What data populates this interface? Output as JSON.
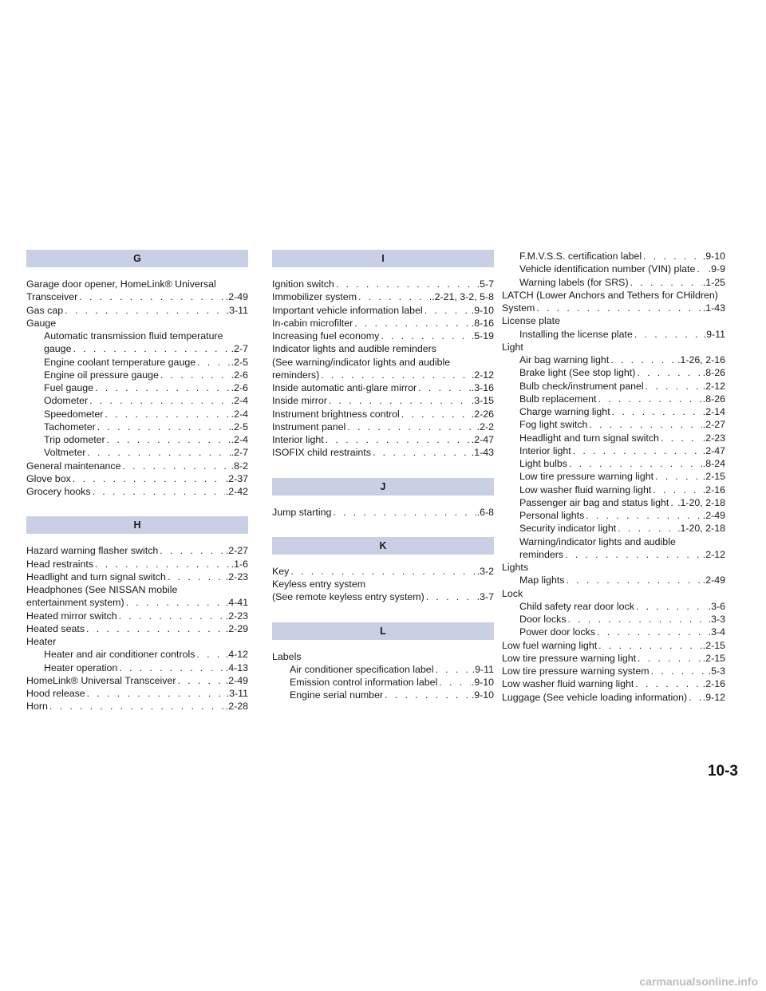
{
  "page_number": "10-3",
  "watermark": "carmanualsonline.info",
  "columns": [
    [
      {
        "h": "G"
      },
      {
        "l": "Garage door opener, HomeLink® Universal"
      },
      {
        "t": "Transceiver",
        "p": ".2-49"
      },
      {
        "t": "Gas cap",
        "p": ".3-11"
      },
      {
        "l": "Gauge"
      },
      {
        "l": "Automatic transmission fluid temperature",
        "i": 1
      },
      {
        "t": "gauge",
        "p": ".2-7",
        "i": 1
      },
      {
        "t": "Engine coolant temperature gauge",
        "p": ".2-5",
        "i": 1
      },
      {
        "t": "Engine oil pressure gauge",
        "p": ".2-6",
        "i": 1
      },
      {
        "t": "Fuel gauge",
        "p": ".2-6",
        "i": 1
      },
      {
        "t": "Odometer",
        "p": ".2-4",
        "i": 1
      },
      {
        "t": "Speedometer",
        "p": ".2-4",
        "i": 1
      },
      {
        "t": "Tachometer",
        "p": ".2-5",
        "i": 1
      },
      {
        "t": "Trip odometer",
        "p": ".2-4",
        "i": 1
      },
      {
        "t": "Voltmeter",
        "p": ".2-7",
        "i": 1
      },
      {
        "t": "General maintenance",
        "p": ".8-2"
      },
      {
        "t": "Glove box",
        "p": ".2-37"
      },
      {
        "t": "Grocery hooks",
        "p": ".2-42"
      },
      {
        "g": 1
      },
      {
        "h": "H"
      },
      {
        "t": "Hazard warning flasher switch",
        "p": ".2-27"
      },
      {
        "t": "Head restraints",
        "p": ".1-6"
      },
      {
        "t": "Headlight and turn signal switch",
        "p": ".2-23"
      },
      {
        "l": "Headphones (See NISSAN mobile"
      },
      {
        "t": "entertainment system)",
        "p": ".4-41"
      },
      {
        "t": "Heated mirror switch",
        "p": ".2-23"
      },
      {
        "t": "Heated seats",
        "p": ".2-29"
      },
      {
        "l": "Heater"
      },
      {
        "t": "Heater and air conditioner controls",
        "p": ".4-12",
        "i": 1
      },
      {
        "t": "Heater operation",
        "p": ".4-13",
        "i": 1
      },
      {
        "t": "HomeLink® Universal Transceiver",
        "p": ".2-49"
      },
      {
        "t": "Hood release",
        "p": ".3-11"
      },
      {
        "t": "Horn",
        "p": ".2-28"
      }
    ],
    [
      {
        "h": "I"
      },
      {
        "t": "Ignition switch",
        "p": ".5-7"
      },
      {
        "t": "Immobilizer system",
        "p": ".2-21, 3-2, 5-8"
      },
      {
        "t": "Important vehicle information label",
        "p": ".9-10"
      },
      {
        "t": "In-cabin microfilter",
        "p": ".8-16"
      },
      {
        "t": "Increasing fuel economy",
        "p": ".5-19"
      },
      {
        "l": "Indicator lights and audible reminders"
      },
      {
        "l": "(See warning/indicator lights and audible"
      },
      {
        "t": "reminders)",
        "p": ".2-12"
      },
      {
        "t": "Inside automatic anti-glare mirror",
        "p": ".3-16"
      },
      {
        "t": "Inside mirror",
        "p": ".3-15"
      },
      {
        "t": "Instrument brightness control",
        "p": ".2-26"
      },
      {
        "t": "Instrument panel",
        "p": ".2-2"
      },
      {
        "t": "Interior light",
        "p": ".2-47"
      },
      {
        "t": "ISOFIX child restraints",
        "p": ".1-43"
      },
      {
        "g": 1
      },
      {
        "h": "J"
      },
      {
        "t": "Jump starting",
        "p": ".6-8"
      },
      {
        "g": 1
      },
      {
        "h": "K"
      },
      {
        "t": "Key",
        "p": ".3-2"
      },
      {
        "l": "Keyless entry system"
      },
      {
        "t": "(See remote keyless entry system)",
        "p": ".3-7"
      },
      {
        "g": 1
      },
      {
        "h": "L"
      },
      {
        "l": "Labels"
      },
      {
        "t": "Air conditioner specification label",
        "p": ".9-11",
        "i": 1
      },
      {
        "t": "Emission control information label",
        "p": ".9-10",
        "i": 1
      },
      {
        "t": "Engine serial number",
        "p": ".9-10",
        "i": 1
      }
    ],
    [
      {
        "t": "F.M.V.S.S. certification label",
        "p": ".9-10",
        "i": 1
      },
      {
        "t": "Vehicle identification number (VIN) plate",
        "p": ".9-9",
        "i": 1
      },
      {
        "t": "Warning labels (for SRS)",
        "p": ".1-25",
        "i": 1
      },
      {
        "l": "LATCH (Lower Anchors and Tethers for CHildren)"
      },
      {
        "t": "System",
        "p": ".1-43"
      },
      {
        "l": "License plate"
      },
      {
        "t": "Installing the license plate",
        "p": ".9-11",
        "i": 1
      },
      {
        "l": "Light"
      },
      {
        "t": "Air bag warning light",
        "p": ".1-26, 2-16",
        "i": 1
      },
      {
        "t": "Brake light (See stop light)",
        "p": ".8-26",
        "i": 1
      },
      {
        "t": "Bulb check/instrument panel",
        "p": ".2-12",
        "i": 1
      },
      {
        "t": "Bulb replacement",
        "p": ".8-26",
        "i": 1
      },
      {
        "t": "Charge warning light",
        "p": ".2-14",
        "i": 1
      },
      {
        "t": "Fog light switch",
        "p": ".2-27",
        "i": 1
      },
      {
        "t": "Headlight and turn signal switch",
        "p": ".2-23",
        "i": 1
      },
      {
        "t": "Interior light",
        "p": ".2-47",
        "i": 1
      },
      {
        "t": "Light bulbs",
        "p": ".8-24",
        "i": 1
      },
      {
        "t": "Low tire pressure warning light",
        "p": ".2-15",
        "i": 1
      },
      {
        "t": "Low washer fluid warning light",
        "p": ".2-16",
        "i": 1
      },
      {
        "t": "Passenger air bag and status light",
        "p": ".1-20, 2-18",
        "i": 1
      },
      {
        "t": "Personal lights",
        "p": ".2-49",
        "i": 1
      },
      {
        "t": "Security indicator light",
        "p": ".1-20, 2-18",
        "i": 1
      },
      {
        "l": "Warning/indicator lights and audible",
        "i": 1
      },
      {
        "t": "reminders",
        "p": ".2-12",
        "i": 1
      },
      {
        "l": "Lights"
      },
      {
        "t": "Map lights",
        "p": ".2-49",
        "i": 1
      },
      {
        "l": "Lock"
      },
      {
        "t": "Child safety rear door lock",
        "p": ".3-6",
        "i": 1
      },
      {
        "t": "Door locks",
        "p": ".3-3",
        "i": 1
      },
      {
        "t": "Power door locks",
        "p": ".3-4",
        "i": 1
      },
      {
        "t": "Low fuel warning light",
        "p": ".2-15"
      },
      {
        "t": "Low tire pressure warning light",
        "p": ".2-15"
      },
      {
        "t": "Low tire pressure warning system",
        "p": ".5-3"
      },
      {
        "t": "Low washer fluid warning light",
        "p": ".2-16"
      },
      {
        "t": "Luggage (See vehicle loading information)",
        "p": ".9-12"
      }
    ]
  ]
}
